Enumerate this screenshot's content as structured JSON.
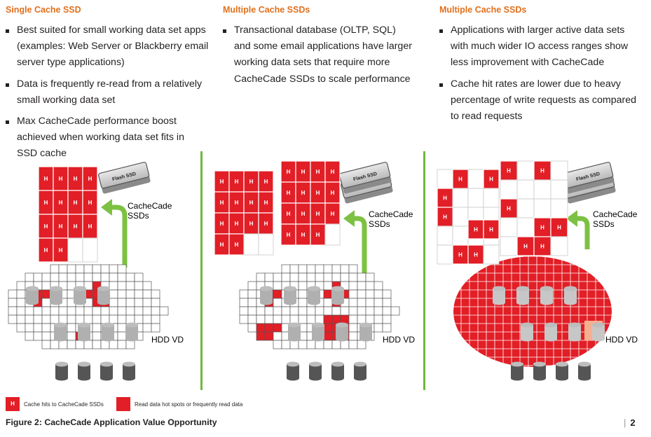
{
  "columns": [
    {
      "title": "Single Cache SSD",
      "bullets": [
        "Best suited for small working data set apps (examples: Web Server or Blackberry email server type applications)",
        "Data is frequently re-read from a relatively small working data set",
        "Max CacheCade performance boost achieved when working data set fits in SSD cache"
      ],
      "ssd_text": "Flash SSD",
      "cachecade_label": [
        "CacheCade",
        "SSDs"
      ],
      "hdd_label": "HDD VD"
    },
    {
      "title": "Multiple Cache SSDs",
      "bullets": [
        "Transactional database (OLTP, SQL) and some email applications have larger working data sets that require more CacheCade SSDs to scale performance"
      ],
      "ssd_text": "Flash SSD",
      "cachecade_label": [
        "CacheCade",
        "SSDs"
      ],
      "hdd_label": "HDD VD"
    },
    {
      "title": "Multiple Cache SSDs",
      "bullets": [
        "Applications with larger active data sets with much wider IO access ranges show less improvement with CacheCade",
        "Cache hit rates are lower due to heavy percentage of write requests as compared to read requests"
      ],
      "ssd_text": "Flash SSD",
      "cachecade_label": [
        "CacheCade",
        "SSDs"
      ],
      "hdd_label": "HDD VD"
    }
  ],
  "cache_cell_text": "H",
  "legend": {
    "cache_hit_symbol": "H",
    "cache_hit_label": "Cache hits to CacheCade SSDs",
    "hot_spot_label": "Read data hot spots or frequently read data"
  },
  "caption": "Figure 2: CacheCade Application Value Opportunity",
  "page_number": "2",
  "colors": {
    "accent_orange": "#e0701d",
    "hit_red": "#e21e26",
    "divider_green": "#6fb83f",
    "arrow_green": "#7dc142",
    "light_salmon": "#f4b08f"
  }
}
